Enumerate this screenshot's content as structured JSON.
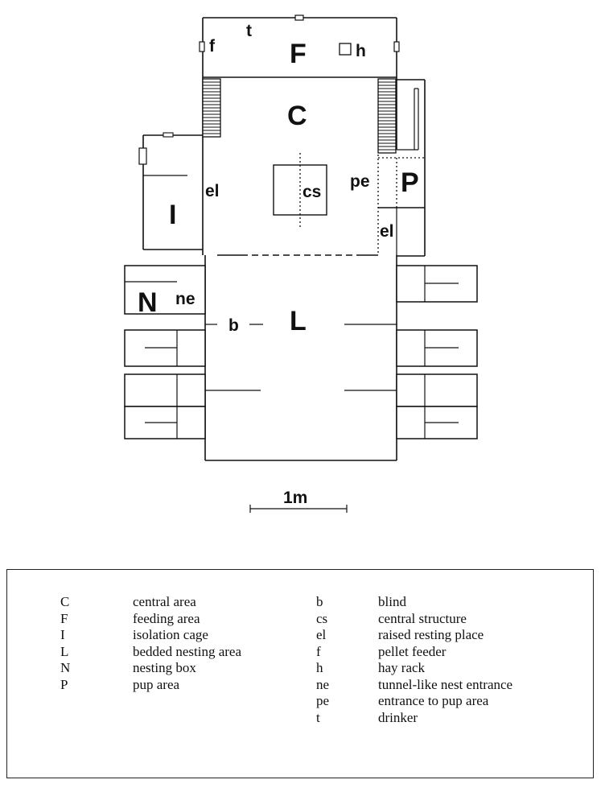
{
  "plan_labels": {
    "F": "F",
    "h": "h",
    "t": "t",
    "f": "f",
    "C": "C",
    "cs": "cs",
    "I": "I",
    "el_left": "el",
    "el_right": "el",
    "pe": "pe",
    "P": "P",
    "N": "N",
    "ne": "ne",
    "b": "b",
    "L": "L"
  },
  "scale_label": "1m",
  "legend": {
    "left": [
      {
        "code": "C",
        "desc": "central area"
      },
      {
        "code": "F",
        "desc": "feeding area"
      },
      {
        "code": "I",
        "desc": "isolation cage"
      },
      {
        "code": "L",
        "desc": "bedded nesting area"
      },
      {
        "code": "N",
        "desc": "nesting box"
      },
      {
        "code": "P",
        "desc": "pup area"
      }
    ],
    "right": [
      {
        "code": "b",
        "desc": "blind"
      },
      {
        "code": "cs",
        "desc": "central structure"
      },
      {
        "code": "el",
        "desc": "raised resting place"
      },
      {
        "code": "f",
        "desc": "pellet feeder"
      },
      {
        "code": "h",
        "desc": "hay rack"
      },
      {
        "code": "ne",
        "desc": "tunnel-like nest entrance"
      },
      {
        "code": "pe",
        "desc": "entrance to pup area"
      },
      {
        "code": "t",
        "desc": "drinker"
      }
    ]
  }
}
